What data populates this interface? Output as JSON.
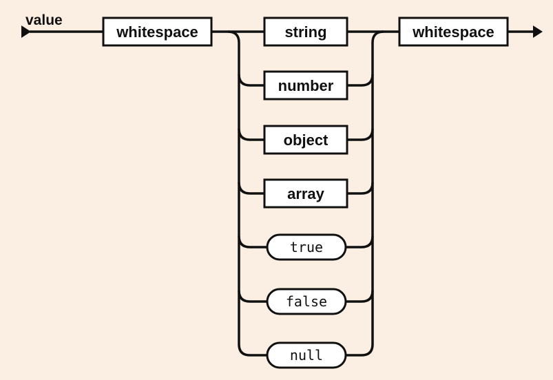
{
  "diagram": {
    "rule_name": "value",
    "type": "railroad-syntax-diagram",
    "entry_node": {
      "label": "whitespace",
      "kind": "nonterminal"
    },
    "exit_node": {
      "label": "whitespace",
      "kind": "nonterminal"
    },
    "alternatives": [
      {
        "label": "string",
        "kind": "nonterminal"
      },
      {
        "label": "number",
        "kind": "nonterminal"
      },
      {
        "label": "object",
        "kind": "nonterminal"
      },
      {
        "label": "array",
        "kind": "nonterminal"
      },
      {
        "label": "true",
        "kind": "terminal"
      },
      {
        "label": "false",
        "kind": "terminal"
      },
      {
        "label": "null",
        "kind": "terminal"
      }
    ],
    "icons": {
      "start": "right-arrow-icon",
      "end": "right-arrow-icon"
    },
    "colors": {
      "background": "#fbeee2",
      "line": "#101010",
      "node_fill": "#ffffff",
      "node_border": "#101010",
      "text": "#101010"
    }
  }
}
